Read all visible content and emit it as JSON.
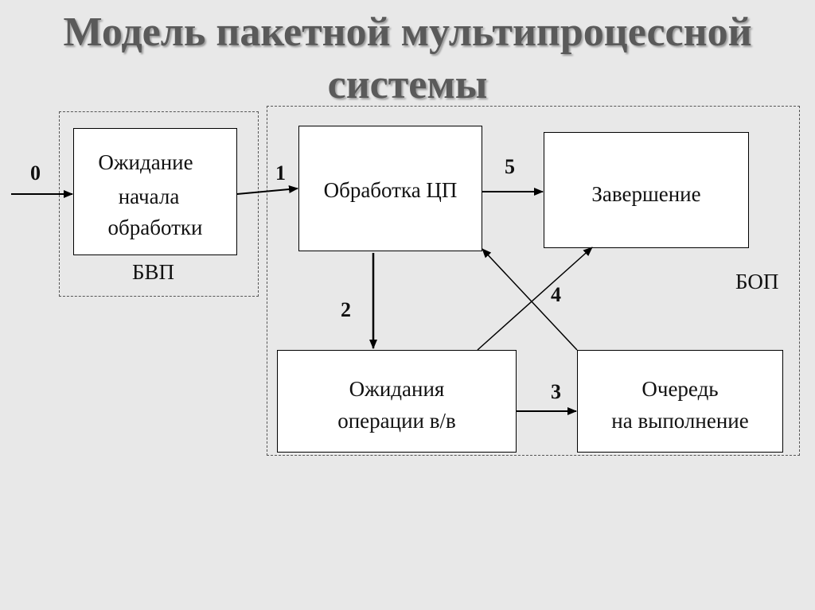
{
  "title": {
    "line1": "Модель пакетной мультипроцессной",
    "line2": "системы"
  },
  "groups": {
    "bvp": "БВП",
    "bop": "БОП"
  },
  "boxes": {
    "waiting_start": [
      "Ожидание",
      "начала",
      "обработки"
    ],
    "cpu_processing": "Обработка ЦП",
    "completion": "Завершение",
    "io_wait": [
      "Ожидания",
      "операции в/в"
    ],
    "exec_queue": [
      "Очередь",
      "на выполнение"
    ]
  },
  "transitions": {
    "t0": "0",
    "t1": "1",
    "t2": "2",
    "t3": "3",
    "t4": "4",
    "t5": "5"
  }
}
